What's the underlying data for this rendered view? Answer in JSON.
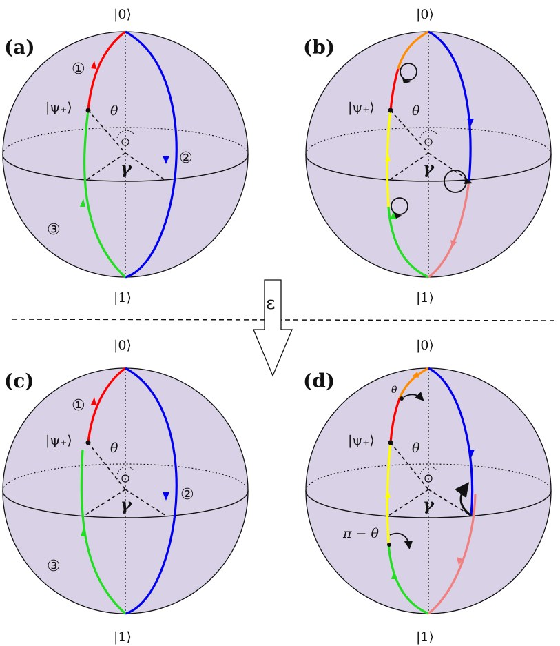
{
  "labels": {
    "ket0": "|0⟩",
    "ket1": "|1⟩",
    "psi": "|ψ₊⟩",
    "theta": "θ",
    "gamma": "γ",
    "step1": "①",
    "step2": "②",
    "step3": "③",
    "pi_minus_theta": "π − θ",
    "epsilon": "ε"
  },
  "panels": [
    {
      "id": "a",
      "label": "(a)"
    },
    {
      "id": "b",
      "label": "(b)"
    },
    {
      "id": "c",
      "label": "(c)"
    },
    {
      "id": "d",
      "label": "(d)"
    }
  ],
  "colors": {
    "sphere_fill": "#d9d2e6",
    "red": "#ff0000",
    "blue": "#0000ee",
    "green": "#22dd22",
    "orange": "#ff8c00",
    "yellow": "#ffff00",
    "salmon": "#f08080"
  }
}
